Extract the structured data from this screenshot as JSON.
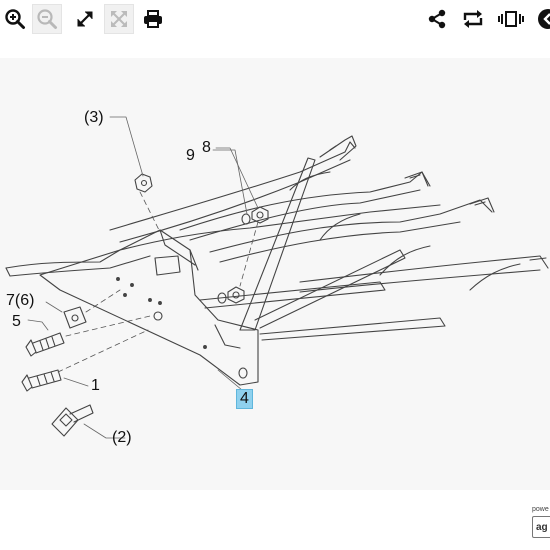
{
  "toolbar": {
    "left_icons": [
      "zoom-in-icon",
      "zoom-out-icon",
      "fullscreen-icon",
      "fit-icon",
      "print-icon"
    ],
    "right_icons": [
      "share-icon",
      "rotate-icon",
      "view-toggle-icon",
      "previous-icon"
    ]
  },
  "callouts": {
    "c1": "1",
    "c2": "(2)",
    "c3": "(3)",
    "c4": "4",
    "c5": "5",
    "c76": "7(6)",
    "c8": "8",
    "c9": "9"
  },
  "highlight_color": "#8fd1ee",
  "badge": {
    "powered": "powe",
    "logo": "ag"
  }
}
